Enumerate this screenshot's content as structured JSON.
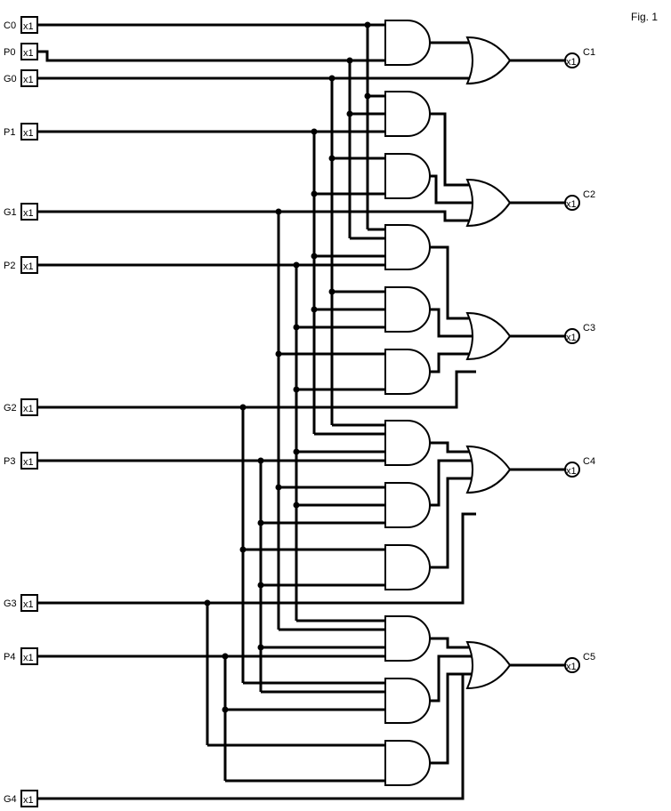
{
  "figure": {
    "title": "Fig. 1"
  },
  "colors": {
    "wire": "#000000",
    "background": "#ffffff"
  },
  "buffer_label": "x1",
  "inputs": [
    {
      "name": "C0"
    },
    {
      "name": "P0"
    },
    {
      "name": "G0"
    },
    {
      "name": "P1"
    },
    {
      "name": "G1"
    },
    {
      "name": "P2"
    },
    {
      "name": "G2"
    },
    {
      "name": "P3"
    },
    {
      "name": "G3"
    },
    {
      "name": "P4"
    },
    {
      "name": "G4"
    }
  ],
  "outputs": [
    {
      "name": "C1"
    },
    {
      "name": "C2"
    },
    {
      "name": "C3"
    },
    {
      "name": "C4"
    },
    {
      "name": "C5"
    }
  ]
}
